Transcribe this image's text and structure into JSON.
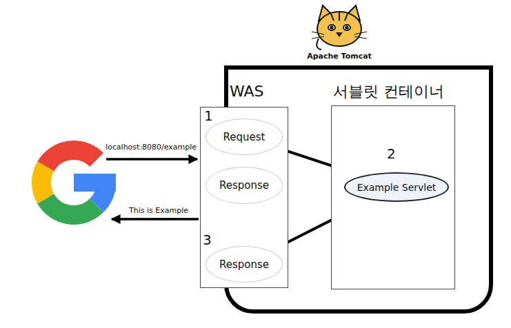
{
  "diagram": {
    "nodes": [
      {
        "text": [
          "Apache Tomcat"
        ]
      },
      {
        "text": [
          "WAS"
        ],
        "in": 0
      },
      {
        "text": [
          "Request"
        ],
        "in": 1
      },
      {
        "text": [
          "Response"
        ],
        "in": 1
      },
      {
        "text": [
          "Response"
        ],
        "in": 1
      },
      {
        "text": [
          "서블릿 컨테이너"
        ],
        "in": 0
      },
      {
        "text": [
          "Example Servlet"
        ],
        "in": 5
      }
    ],
    "edges": [
      {
        "from": 2,
        "to": 6,
        "arrow": "to"
      },
      {
        "from": 6,
        "to": 4,
        "arrow": "to"
      },
      {
        "from": 3,
        "to": 4,
        "arrow": "to"
      }
    ],
    "labels": [
      "1",
      "2",
      "3",
      "localhost:8080/example",
      "This is Example"
    ]
  }
}
